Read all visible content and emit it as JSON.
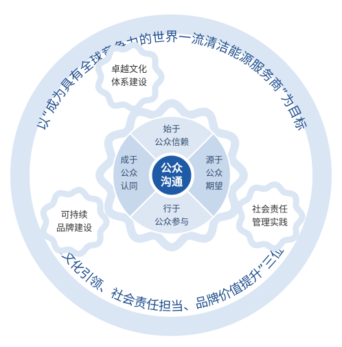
{
  "outer_ring": {
    "top_text": "以“成为具有全球竞争力的世界一流清洁能源服务商”为目标",
    "bottom_text": "“企业文化引领、社会责任担当、品牌价值提升”三位一体"
  },
  "gears": {
    "culture": {
      "line1": "卓越文化",
      "line2": "体系建设"
    },
    "social": {
      "line1": "社会责任",
      "line2": "管理实践"
    },
    "brand": {
      "line1": "可持续",
      "line2": "品牌建设"
    }
  },
  "center": {
    "line1": "公众",
    "line2": "沟通",
    "quadrants": {
      "top": {
        "line1": "始于",
        "line2": "公众信赖"
      },
      "right": {
        "line1": "源于",
        "line2": "公众",
        "line3": "期望"
      },
      "bottom": {
        "line1": "行于",
        "line2": "公众参与"
      },
      "left": {
        "line1": "成于",
        "line2": "公众",
        "line3": "认同"
      }
    }
  },
  "colors": {
    "ring": "#dbe6f4",
    "gear_fill": "#ffffff",
    "gear_stroke": "#dbe6f4",
    "quadrant_light": "#dde7f3",
    "quadrant_mid": "#c8d8ec",
    "center": "#1f5aa6",
    "text_blue": "#1f4e8c"
  }
}
